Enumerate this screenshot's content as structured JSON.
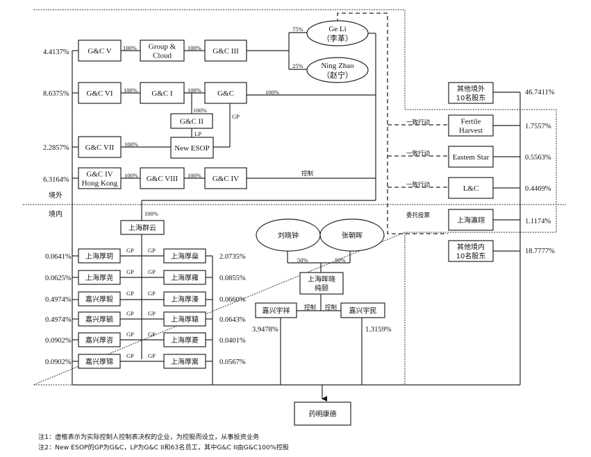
{
  "diagram": {
    "regions": {
      "overseas": "境外",
      "domestic": "境内"
    },
    "nodes": {
      "gc_v": "G&C V",
      "group_cloud": [
        "Group &",
        "Cloud"
      ],
      "gc_iii": "G&C III",
      "ge_li": [
        "Ge Li",
        "（李革）"
      ],
      "ning_zhao": [
        "Ning Zhao",
        "（赵宁）"
      ],
      "gc_vi": "G&C VI",
      "gc_i": "G&C I",
      "gc": "G&C",
      "gc_ii": "G&C II",
      "gc_vii": "G&C VII",
      "new_esop": "New ESOP",
      "gc_iv_hk": [
        "G&C IV",
        "Hong Kong"
      ],
      "gc_viii": "G&C VIII",
      "gc_iv": "G&C IV",
      "other_overseas": [
        "其他境外",
        "10名股东"
      ],
      "fertile_harvest": [
        "Fertile",
        "Harvest"
      ],
      "eastern_star": "Eastem Star",
      "lc": "L&C",
      "shanghai_yingyi": "上海瀛翊",
      "other_domestic": [
        "其他境内",
        "10名股东"
      ],
      "shanghai_qunyun": "上海群云",
      "liu_xiaozhong": "刘晓钟",
      "zhang_chaohui": "张朝晖",
      "huixiao_chungu": [
        "上海晖晓",
        "纯颐"
      ],
      "jiaxing_yuxiang": "嘉兴宇祥",
      "jiaxing_yumin": "嘉兴宇民",
      "wuxi_apptec": "药明康德"
    },
    "left_funds": [
      {
        "name": "上海厚玥",
        "pct": "0.0641%"
      },
      {
        "name": "上海厚尧",
        "pct": "0.0625%"
      },
      {
        "name": "嘉兴厚毅",
        "pct": "0.4974%"
      },
      {
        "name": "嘉兴厚毓",
        "pct": "0.4974%"
      },
      {
        "name": "嘉兴厚咨",
        "pct": "0.0902%"
      },
      {
        "name": "嘉兴厚锦",
        "pct": "0.0902%"
      }
    ],
    "right_funds": [
      {
        "name": "上海厚燊",
        "pct": "2.0735%"
      },
      {
        "name": "上海厚雍",
        "pct": "0.0855%"
      },
      {
        "name": "上海厚溱",
        "pct": "0.0660%"
      },
      {
        "name": "上海厚辕",
        "pct": "0.0643%"
      },
      {
        "name": "上海厚菱",
        "pct": "0.0401%"
      },
      {
        "name": "上海厚嵩",
        "pct": "0.0567%"
      }
    ],
    "percentages": {
      "gc_v": "4.4137%",
      "gc_vi": "8.6375%",
      "gc_vii": "2.2857%",
      "gc_iv_hk": "6.3164%",
      "other_overseas": "46.7411%",
      "fertile_harvest": "1.7557%",
      "eastern_star": "0.5563%",
      "lc": "0.4469%",
      "shanghai_yingyi": "1.1174%",
      "other_domestic": "18.7777%",
      "jiaxing_yuxiang": "3.9478%",
      "jiaxing_yumin": "1.3159%"
    },
    "edge_labels": {
      "hundred": "100%",
      "p75": "75%",
      "p25": "25%",
      "p50": "50%",
      "gp": "GP",
      "lp": "LP",
      "control": "控制",
      "concert": "一致行动",
      "proxy_vote": "委托投票"
    }
  },
  "notes": [
    "注1：虚框表示为实际控制人控制表决权的企业，为控股而设立，从事投资业务",
    "注2：New ESOP的GP为G&C，LP为G&C II和63名员工，其中G&C II由G&C100%控股"
  ]
}
